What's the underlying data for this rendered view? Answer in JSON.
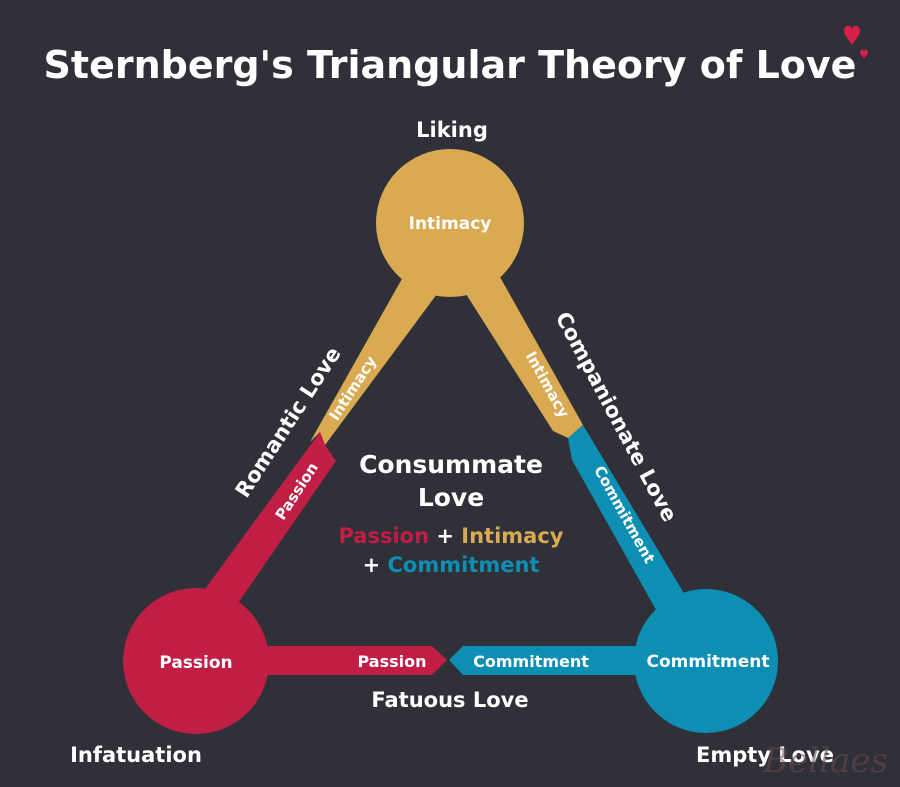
{
  "title": "Sternberg's Triangular Theory of Love",
  "colors": {
    "background": "#2f3038",
    "intimacy": "#d9aa52",
    "passion": "#c01e44",
    "commitment": "#0d8eb3",
    "text": "#ffffff",
    "heart": "#d81f4a",
    "watermark": "#6b4a52"
  },
  "nodes": {
    "intimacy": {
      "label": "Intimacy",
      "outer_label": "Liking"
    },
    "passion": {
      "label": "Passion",
      "outer_label": "Infatuation"
    },
    "commitment": {
      "label": "Commitment",
      "outer_label": "Empty Love"
    }
  },
  "edges": {
    "left": {
      "name": "Romantic Love",
      "segment_top": "Intimacy",
      "segment_bottom": "Passion"
    },
    "right": {
      "name": "Companionate Love",
      "segment_top": "Intimacy",
      "segment_bottom": "Commitment"
    },
    "bottom": {
      "name": "Fatuous Love",
      "segment_left": "Passion",
      "segment_right": "Commitment"
    }
  },
  "center": {
    "line1": "Consummate",
    "line2": "Love",
    "passion": "Passion",
    "plus1": "+",
    "intimacy": "Intimacy",
    "plus2": "+",
    "commitment": "Commitment"
  },
  "watermark": "Bellaes"
}
